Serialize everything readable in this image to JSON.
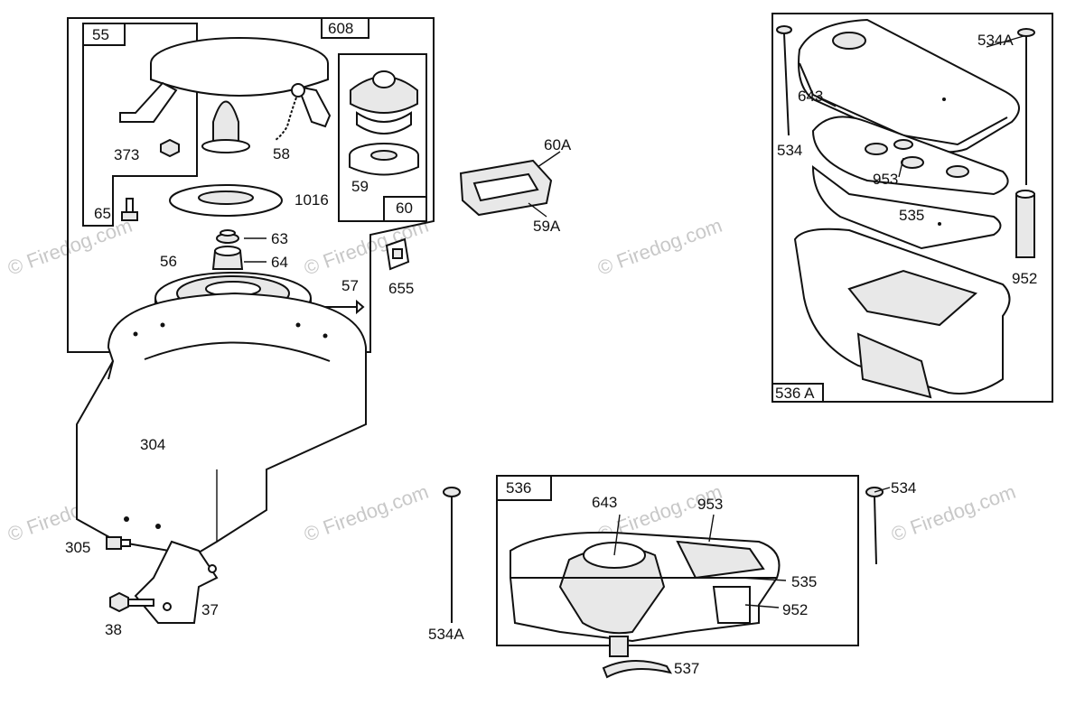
{
  "diagram": {
    "watermark": "© Firedog.com",
    "boxes": {
      "b55": "55",
      "b608": "608",
      "b60": "60",
      "b536A": "536 A",
      "b536": "536"
    },
    "labels": {
      "l373": "373",
      "l58": "58",
      "l59": "59",
      "l1016": "1016",
      "l65": "65",
      "l63": "63",
      "l64": "64",
      "l56": "56",
      "l57": "57",
      "l655": "655",
      "l60A": "60A",
      "l59A": "59A",
      "l304": "304",
      "l305": "305",
      "l37": "37",
      "l38": "38",
      "l534A_top": "534A",
      "l643_top": "643",
      "l534_top": "534",
      "l953_top": "953",
      "l535_top": "535",
      "l952_top": "952",
      "l534A_bottom": "534A",
      "l643_bottom": "643",
      "l953_bottom": "953",
      "l535_bottom": "535",
      "l952_bottom": "952",
      "l534_bottom": "534",
      "l537": "537"
    }
  }
}
